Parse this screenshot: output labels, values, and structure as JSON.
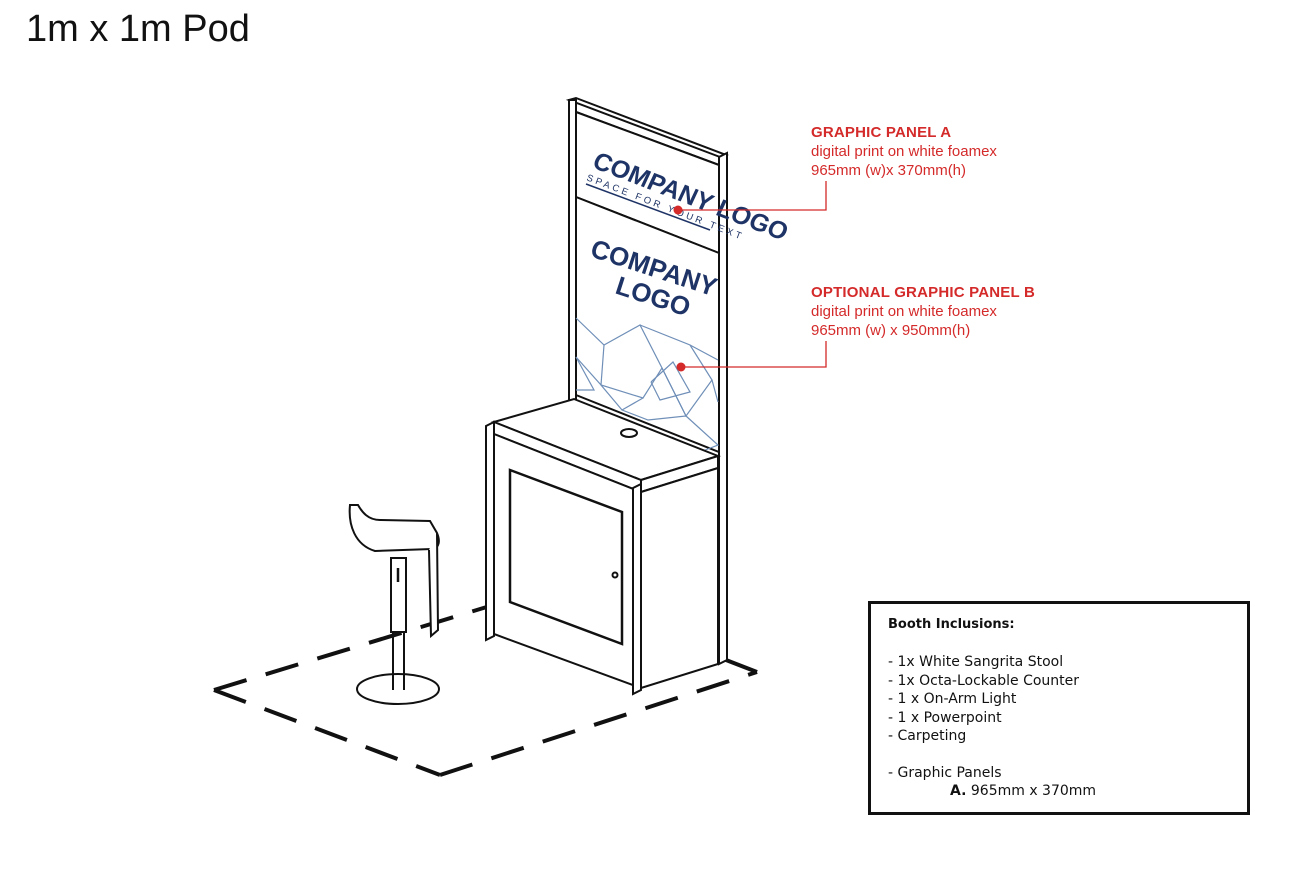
{
  "title": "1m x 1m Pod",
  "callouts": {
    "panel_a": {
      "heading": "GRAPHIC PANEL A",
      "line1": "digital print on white foamex",
      "line2": "965mm (w)x 370mm(h)"
    },
    "panel_b": {
      "heading": "OPTIONAL GRAPHIC PANEL B",
      "line1": "digital print on white foamex",
      "line2": "965mm (w) x 950mm(h)"
    }
  },
  "panels": {
    "a_logo": "COMPANY LOGO",
    "a_tagline": "SPACE FOR YOUR TEXT",
    "b_logo_line1": "COMPANY",
    "b_logo_line2": "LOGO"
  },
  "inclusions": {
    "heading": "Booth Inclusions:",
    "items": [
      "- 1x White Sangrita Stool",
      "- 1x Octa-Lockable Counter",
      "- 1 x On-Arm Light",
      "- 1 x Powerpoint",
      "- Carpeting"
    ],
    "graphic_panels": "- Graphic Panels",
    "panel_a_label": "A.",
    "panel_a_size": "965mm x 370mm"
  },
  "colors": {
    "accent_red": "#d42a2a",
    "logo_navy": "#1f3466",
    "pattern_blue": "#6f8fb8"
  }
}
